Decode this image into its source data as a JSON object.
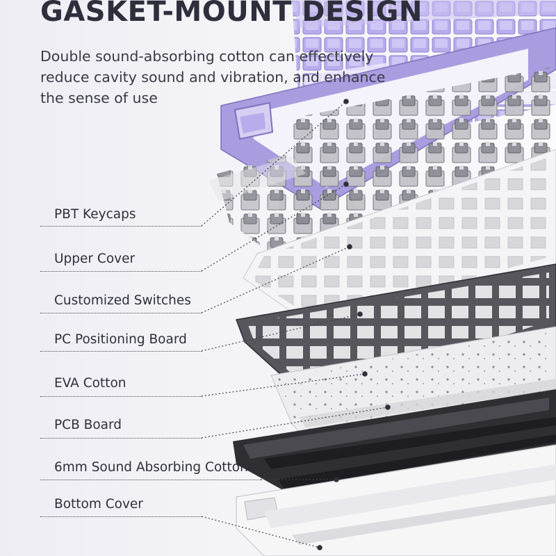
{
  "heading": "GASKET-MOUNT DESIGN",
  "description": "Double sound-absorbing cotton can effectively reduce cavity sound and vibration, and enhance the sense of use",
  "layers": [
    {
      "label": "PBT Keycaps"
    },
    {
      "label": "Upper Cover"
    },
    {
      "label": "Customized Switches"
    },
    {
      "label": "PC Positioning Board"
    },
    {
      "label": "EVA Cotton"
    },
    {
      "label": "PCB Board"
    },
    {
      "label": "6mm Sound Absorbing Cotton"
    },
    {
      "label": "Bottom Cover"
    }
  ],
  "colors": {
    "keycap_purple": "#b3a6e6",
    "upper_cover_purple": "#a89be0",
    "switch_gray": "#9a9aa2",
    "positioning_board": "#f4f4f6",
    "eva_cotton_dark": "#55555b",
    "pcb_white": "#eeeeee",
    "sound_cotton_black": "#2f2f33",
    "bottom_cover_white": "#f6f6f6",
    "text": "#2f2f3a"
  }
}
